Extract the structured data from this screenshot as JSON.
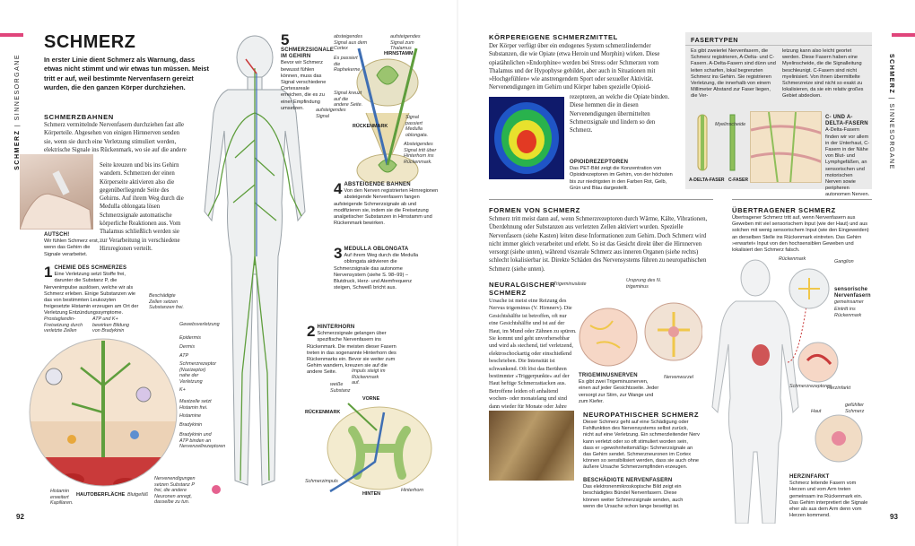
{
  "side_tabs": {
    "left": {
      "bold": "SCHMERZ",
      "rest": " | SINNESORGANE"
    },
    "right": {
      "bold": "SCHMERZ",
      "rest": " | SINNESORGANE"
    }
  },
  "page_numbers": {
    "left": "92",
    "right": "93"
  },
  "colors": {
    "accent": "#e0457b",
    "nerve_green": "#5f9e3d",
    "nerve_blue": "#3f6fb3",
    "box_gray": "#eaeaea"
  },
  "left_page": {
    "title": "SCHMERZ",
    "lead": "In erster Linie dient Schmerz als Warnung, dass etwas nicht stimmt und wir etwas tun müssen. Meist tritt er auf, weil bestimmte Nervenfasern gereizt wurden, die den ganzen Körper durchziehen.",
    "schmerzbahnen": {
      "heading": "SCHMERZBAHNEN",
      "text_top": "Schmerz vermittelnde Nervenfasern durchziehen fast alle Körperteile. Abgesehen von einigen Hirnnerven senden sie, wenn sie durch eine Verletzung stimuliert werden, elektrische Signale ins Rückenmark, wo sie auf die andere",
      "text_right": "Seite kreuzen und bis ins Gehirn wandern. Schmerzen der einen Körperseite aktivieren also die gegenüberliegende Seite des Gehirns. Auf ihrem Weg durch die Medulla oblongata lösen Schmerzsignale automatische körperliche Reaktionen aus. Vom Thalamus schließlich werden sie zur Verarbeitung in verschiedene Hirnregionen verteilt."
    },
    "autsch": {
      "title": "AUTSCH!",
      "text": "Wir fühlen Schmerz erst, wenn das Gehirn die Signale verarbeitet."
    },
    "step1": {
      "num": "1",
      "title": "CHEMIE DES SCHMERZES",
      "text": "Eine Verletzung setzt Stoffe frei, darunter die Substanz P, die Nervenimpulse auslösen, welche wir als Schmerz erleben. Einige Substanzen wie das von bestimmten Leukozyten freigesetzte Histamin erzeugen am Ort der Verletzung Entzündungssymptome."
    },
    "step2": {
      "num": "2",
      "title": "HINTERHORN",
      "text": "Schmerzsignale gelangen über spezifische Nervenfasern ins Rückenmark. Die meisten dieser Fasern treten in das sogenannte Hinterhorn des Rückenmarks ein. Bevor sie weiter zum Gehirn wandern, kreuzen sie auf die andere Seite."
    },
    "step3": {
      "num": "3",
      "title": "MEDULLA OBLONGATA",
      "text": "Auf ihrem Weg durch die Medulla oblongata aktivieren die Schmerzsignale das autonome Nervensystem (siehe S. 98–99) – Blutdruck, Herz- und Atemfrequenz steigen, Schweiß bricht aus."
    },
    "step4": {
      "num": "4",
      "title": "ABSTEIGENDE BAHNEN",
      "text": "Von den Nerven registrierten Hirnregionen absteigende Nervenfasern fangen aufsteigende Schmerzsignale ab und modifizieren sie, indem sie die Freisetzung analgetischer Substanzen in Hirnstamm und Rückenmark bewirken."
    },
    "step5": {
      "num": "5",
      "title": "SCHMERZSIGNALE IM GEHIRN",
      "text": "Bevor wir Schmerz bewusst fühlen können, muss das Signal verschiedene Cortexareale erreichen, die es zu einer Empfindung umsetzen."
    },
    "brain_labels": {
      "descending": "absteigendes Signal aus dem Cortex",
      "ascending_thalamus": "aufsteigendes Signal zum Thalamus",
      "raphe": "Es passiert die Raphekerne",
      "hirnstamm": "HIRNSTAMM",
      "crossing": "Signal kreuzt auf die andere Seite.",
      "ascending": "aufsteigendes Signal",
      "rueckenmark": "RÜCKENMARK",
      "passes_medulla": "Signal passiert Medulla oblongata.",
      "descending_enter": "Absteigendes Signal tritt über Hinterhorn ins Rückenmark."
    },
    "spine_labels": {
      "impulse_enters": "Impuls steigt im Rückenmark auf.",
      "white_substance": "weiße Substanz",
      "vorne": "VORNE",
      "rueckenmark": "RÜCKENMARK",
      "schmerzimpuls": "Schmerzimpuls",
      "hinten": "HINTEN",
      "hinterhorn": "Hinterhorn"
    },
    "tissue_labels": {
      "prostaglandin": "Prostaglandin-Freisetzung durch verletzte Zellen",
      "atp_k": "ATP und K+ bewirken Bildung von Bradykinin",
      "damaged": "Beschädigte Zellen setzen Substanzen frei.",
      "injury": "Gewebsverletzung",
      "epidermis": "Epidermis",
      "dermis": "Dermis",
      "atp": "ATP",
      "receptor": "Schmerzrezeptor (Nozizeptor) nahe der Verletzung",
      "kplus": "K+",
      "mast": "Mastzelle setzt Histamin frei.",
      "histamine": "Histamine",
      "bradykinin": "Bradykinin",
      "brady_atp": "Bradykinin und ATP binden an Nervenzellrezeptoren",
      "neuron": "Nervenendigungen setzen Substanz P frei, die andere Neuronen anregt, dasselbe zu tun.",
      "hautoberflaeche": "HAUTOBERFLÄCHE",
      "blutgefaess": "Blutgefäß",
      "histamin_kap": "Histamin erweitert Kapillaren."
    }
  },
  "right_page": {
    "koerpereigene": {
      "heading": "KÖRPEREIGENE SCHMERZMITTEL",
      "text_top": "Der Körper verfügt über ein endogenes System schmerzlindernder Substanzen, die wie Opiate (etwa Heroin und Morphin) wirken. Diese opiatähnlichen »Endorphine« werden bei Stress oder Schmerzen vom Thalamus und der Hypophyse gebildet, aber auch in Situationen mit »Hochgefühlen« wie anstrengendem Sport oder sexueller Aktivität. Nervenendigungen im Gehirn und Körper haben spezielle Opioid-",
      "text_right": "rezeptoren, an welche die Opiate binden. Diese hemmen die in diesen Nervenendigungen übermittelten Schmerzsignale und lindern so den Schmerz.",
      "caption_title": "OPIOIDREZEPTOREN",
      "caption": "Das PET-Bild zeigt die Konzentration von Opioidrezeptoren im Gehirn, von der höchsten bis zur niedrigsten in den Farben Rot, Gelb, Grün und Blau dargestellt."
    },
    "fasertypen": {
      "heading": "FASERTYPEN",
      "col1": "Es gibt zweierlei Nervenfasern, die Schmerz registrieren, A-Delta- und C-Fasern. A-Delta-Fasern sind dünn und leiten scharfen, lokal begrenzten Schmerz ins Gehirn. Sie registrieren Verletzung, die innerhalb von einem Millimeter Abstand zur Faser liegen, die Ver-",
      "col2": "letzung kann also leicht geortet werden. Diese Fasern haben eine Myelinscheide, die die Signalleitung beschleunigt. C-Fasern sind nicht myelinisiert. Von ihnen übermittelte Schmerzreize sind nicht so exakt zu lokalisieren, da sie ein relativ großes Gebiet abdecken.",
      "myelin": "Myelinscheide",
      "a_delta": "A-DELTA-FASER",
      "c_faser": "C-FASER",
      "cad_title": "C- UND A-DELTA-FASERN",
      "cad_text": "A-Delta-Fasern finden wir vor allem in der Unterhaut, C-Fasern in der Nähe von Blut- und Lymphgefäßen, an sensorischen und motorischen Nerven sowie peripheren autonomen Nerven."
    },
    "formen": {
      "heading": "FORMEN VON SCHMERZ",
      "text": "Schmerz tritt meist dann auf, wenn Schmerzrezeptoren durch Wärme, Kälte, Vibrationen, Überdehnung oder Substanzen aus verletzten Zellen aktiviert wurden. Spezielle Nervenfasern (siehe Kasten) leiten diese Informationen zum Gehirn. Doch Schmerz wird nicht immer gleich verarbeitet und erlebt. So ist das Gesicht direkt über die Hirnnerven versorgt (siehe unten), während viszerale Schmerz aus inneren Organen (siehe rechts) schlecht lokalisierbar ist. Direkte Schäden des Nervensystems führen zu neuropathischen Schmerz (siehe unten)."
    },
    "neuralgisch": {
      "heading": "NEURALGISCHER SCHMERZ",
      "text": "Ursache ist meist eine Reizung des Nervus trigeminus (V. Hirnnerv). Die Gesichtshälfte ist betroffen, oft nur eine Gesichtshälfte und ist auf der Haut, im Mund oder Zähnen zu spüren. Sie kommt und geht unvorhersehbar und wird als stechend, tief verletzend, elektroschockartig oder einschießend beschrieben. Die Intensität ist schwankend. Oft löst das Berühren bestimmter »Triggerpunkte« auf der Haut heftige Schmerzattacken aus. Betroffene leiden oft anhaltend wochen- oder monatelang und sind dann wieder für Monate oder Jahre schmerzfrei.",
      "label_trig_ast": "Trigeminusäste",
      "label_origin": "Ursprung des N. trigeminus",
      "label_nervenwurzel": "Nervenwurzel",
      "caption_title": "TRIGEMINUSNERVEN",
      "caption": "Es gibt zwei Trigeminusnerven, einen auf jeder Gesichtsseite. Jeder versorgt zur Stirn, zur Wange und zum Kiefer."
    },
    "neuropathisch": {
      "heading": "NEUROPATHISCHER SCHMERZ",
      "text": "Dieser Schmerz geht auf eine Schädigung oder Fehlfunktion des Nervensystems selbst zurück, nicht auf eine Verletzung. Ein schmerzleitender Nerv kann verletzt oder so oft stimuliert worden sein, dass er »gewohnheitsmäßig« Schmerzsignale an das Gehirn sendet. Schmerzneuronen im Cortex können so sensibilisiert werden, dass sie auch ohne äußere Ursache Schmerzempfinden erzeugen.",
      "caption_title": "BESCHÄDIGTE NERVENFASERN",
      "caption": "Das elektronenmikroskopische Bild zeigt ein beschädigtes Bündel Nervenfasern. Diese können weiter Schmerzsignale senden, auch wenn die Ursache schon lange beseitigt ist."
    },
    "uebertragener": {
      "heading": "ÜBERTRAGENER SCHMERZ",
      "text": "Übertragener Schmerz tritt auf, wenn Nervenfasern aus Geweben mit viel sensorischem Input (wie der Haut) und aus solchen mit wenig sensorischem Input (wie den Eingeweiden) an derselben Stelle ins Rückenmark eintreten. Das Gehirn »erwartet« Input von den hochsensiblen Geweben und lokalisiert den Schmerz falsch.",
      "labels": {
        "rueckenmark": "Rückenmark",
        "ganglion": "Ganglion",
        "sens_title": "sensorische Nervenfasern",
        "sens_text": "gemeinsamer Eintritt ins Rückenmark",
        "rezeptoren": "Schmerzrezeptoren",
        "herzinfarkt": "Herzinfarkt",
        "haut": "Haut",
        "gefuehlter": "gefühlter Schmerz"
      },
      "caption_title": "HERZINFARKT",
      "caption": "Schmerz leitende Fasern vom Herzen und vom Arm treten gemeinsam ins Rückenmark ein. Das Gehirn interpretiert die Signale eher als aus dem Arm denn vom Herzen kommend."
    }
  }
}
